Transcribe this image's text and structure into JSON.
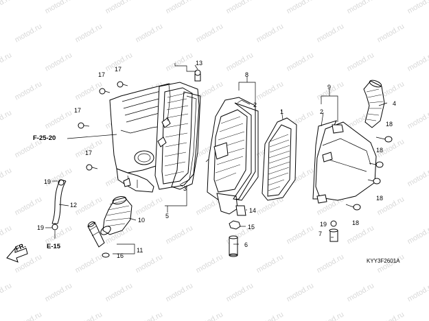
{
  "watermark": "motod.ru",
  "diagram_code": "KYY3F2601A",
  "refs": {
    "frame_ref": "F-25-20",
    "engine_ref": "E-15",
    "front_arrow": "FR."
  },
  "callouts": {
    "c1": "1",
    "c2a": "2",
    "c2b": "2",
    "c3": "3",
    "c4": "4",
    "c5": "5",
    "c6": "6",
    "c7": "7",
    "c8": "8",
    "c9": "9",
    "c10": "10",
    "c11": "11",
    "c12": "12",
    "c13": "13",
    "c14": "14",
    "c15": "15",
    "c16": "16",
    "c17a": "17",
    "c17b": "17",
    "c17c": "17",
    "c17d": "17",
    "c18a": "18",
    "c18b": "18",
    "c18c": "18",
    "c18d": "18",
    "c19a": "19",
    "c19b": "19",
    "c19c": "19"
  }
}
